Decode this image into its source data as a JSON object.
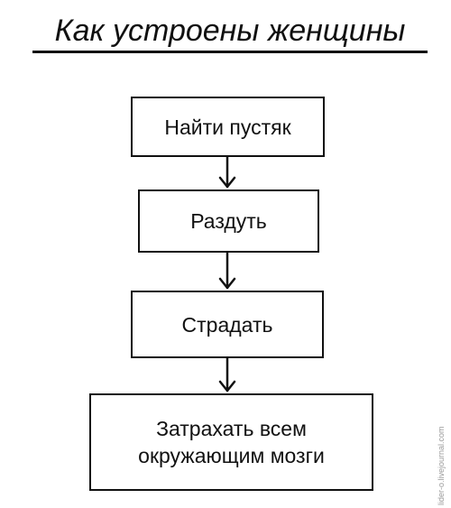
{
  "title": "Как устроены женщины",
  "steps": [
    {
      "label": "Найти пустяк"
    },
    {
      "label": "Раздуть"
    },
    {
      "label": "Страдать"
    },
    {
      "label": "Затрахать всем окружающим мозги"
    }
  ],
  "watermark": "lider-o.livejournal.com",
  "colors": {
    "stroke": "#111111",
    "background": "#ffffff",
    "watermark": "#9a9a9a"
  }
}
